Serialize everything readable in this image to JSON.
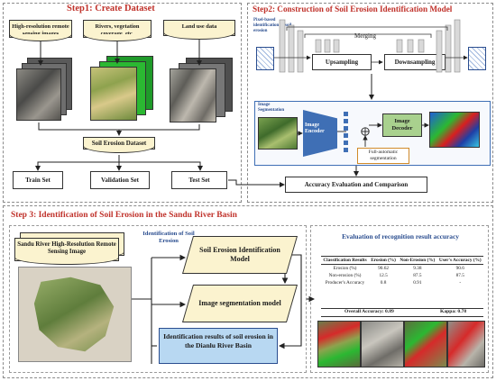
{
  "step1": {
    "title": "Step1: Create Dataset",
    "sources": [
      "High-resolution remote sensing images",
      "Rivers, vegetation coverage, etc.",
      "Land use data"
    ],
    "dataset": "Soil Erosion Dataset",
    "sets": [
      "Train Set",
      "Validation Set",
      "Test Set"
    ]
  },
  "step2": {
    "title": "Step2: Construction of Soil Erosion Identification Model",
    "pixel_label": "Pixel-based identification of soil erosion",
    "merging": "Merging",
    "upsampling": "Upsampling",
    "downsampling": "Downsampling",
    "seg_label": "Image Segmentation",
    "encoder": "Image Encoder",
    "decoder": "Image Decoder",
    "full_auto": "Full-automatic segmentation",
    "accuracy": "Accuracy Evaluation and Comparison"
  },
  "step3": {
    "title": "Step 3: Identification of Soil Erosion in the Sandu River Basin",
    "image_label": "Sandu River High-Resolution Remote Sensing Image",
    "ident_label": "Identification of Soil Erosion",
    "model1": "Soil Erosion Identification Model",
    "model2": "Image segmentation model",
    "result": "Identification results of soil erosion in the Dianlu River Basin",
    "eval_title": "Evaluation of recognition result accuracy",
    "table": {
      "headers": [
        "Classification Results",
        "Erosion (%)",
        "Non-Erosion (%)",
        "User's Accuracy (%)"
      ],
      "rows": [
        [
          "Erosion (%)",
          "90.62",
          "9.38",
          "90.6"
        ],
        [
          "Non-erosion (%)",
          "12.5",
          "87.5",
          "87.5"
        ],
        [
          "Producer's Accuracy",
          "0.8",
          "0.91",
          "-"
        ]
      ],
      "overall": "Overall Accuracy: 0.89",
      "kappa": "Kappa: 0.78"
    }
  },
  "colors": {
    "step_title": "#c0322b",
    "doc_fill": "#fbf3cf",
    "encoder": "#3f6fb5",
    "decoder_fill": "#a9d18e",
    "result_fill": "#b8d8f2"
  }
}
